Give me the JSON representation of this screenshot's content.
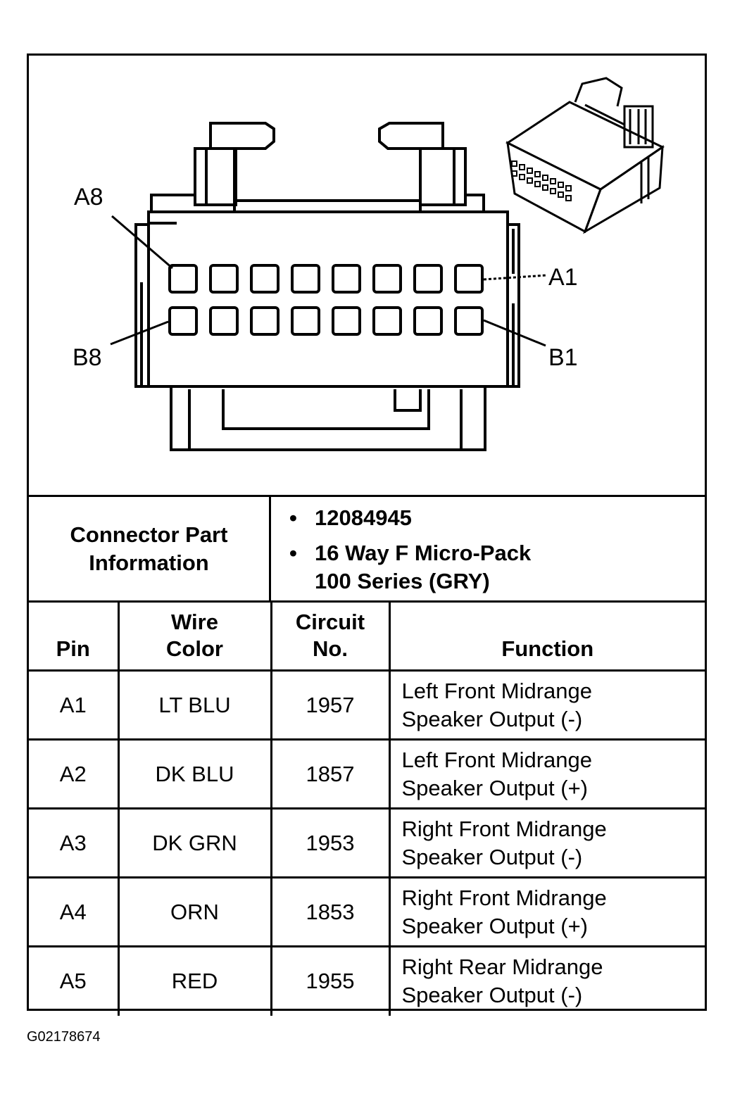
{
  "diagram": {
    "labels": {
      "a8": "A8",
      "a1": "A1",
      "b8": "B8",
      "b1": "B1"
    }
  },
  "connector_info": {
    "label_line1": "Connector Part",
    "label_line2": "Information",
    "part_number": "12084945",
    "description_line1": "16 Way F Micro-Pack",
    "description_line2": "100 Series (GRY)",
    "bullet": "•"
  },
  "table": {
    "headers": {
      "pin": "Pin",
      "wire_color_line1": "Wire",
      "wire_color_line2": "Color",
      "circuit_line1": "Circuit",
      "circuit_line2": "No.",
      "function": "Function"
    },
    "rows": [
      {
        "pin": "A1",
        "color": "LT BLU",
        "circuit": "1957",
        "fn1": "Left Front Midrange",
        "fn2": "Speaker Output (-)"
      },
      {
        "pin": "A2",
        "color": "DK BLU",
        "circuit": "1857",
        "fn1": "Left Front Midrange",
        "fn2": "Speaker Output (+)"
      },
      {
        "pin": "A3",
        "color": "DK GRN",
        "circuit": "1953",
        "fn1": "Right Front Midrange",
        "fn2": "Speaker Output (-)"
      },
      {
        "pin": "A4",
        "color": "ORN",
        "circuit": "1853",
        "fn1": "Right Front Midrange",
        "fn2": "Speaker Output (+)"
      },
      {
        "pin": "A5",
        "color": "RED",
        "circuit": "1955",
        "fn1": "Right Rear Midrange",
        "fn2": "Speaker Output (-)"
      }
    ]
  },
  "footer": {
    "figure_id": "G02178674"
  }
}
